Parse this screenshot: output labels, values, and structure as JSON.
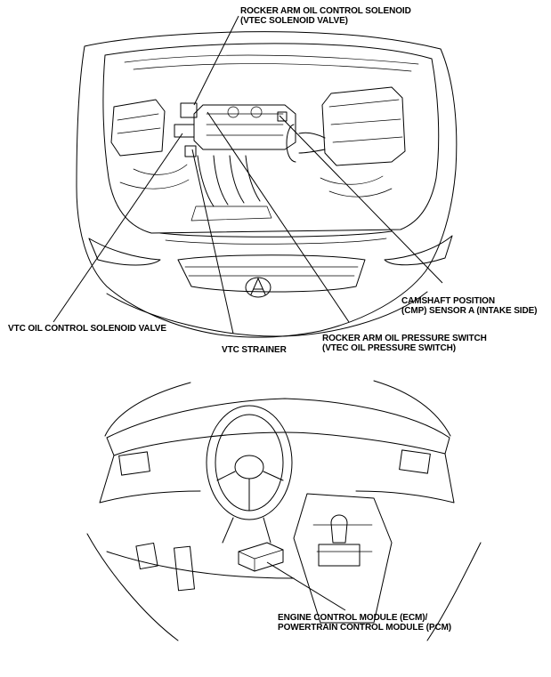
{
  "engine_bay_labels": {
    "rocker_arm_solenoid_line1": "ROCKER ARM OIL CONTROL SOLENOID",
    "rocker_arm_solenoid_line2": "(VTEC SOLENOID VALVE)",
    "camshaft_sensor_line1": "CAMSHAFT POSITION",
    "camshaft_sensor_line2": "(CMP) SENSOR A (INTAKE SIDE)",
    "vtc_solenoid_valve": "VTC OIL CONTROL SOLENOID VALVE",
    "vtc_strainer": "VTC STRAINER",
    "rocker_arm_switch_line1": "ROCKER ARM OIL PRESSURE SWITCH",
    "rocker_arm_switch_line2": "(VTEC OIL PRESSURE SWITCH)"
  },
  "interior_labels": {
    "ecm_line1": "ENGINE CONTROL MODULE (ECM)/",
    "ecm_line2": "POWERTRAIN CONTROL MODULE (PCM)"
  }
}
